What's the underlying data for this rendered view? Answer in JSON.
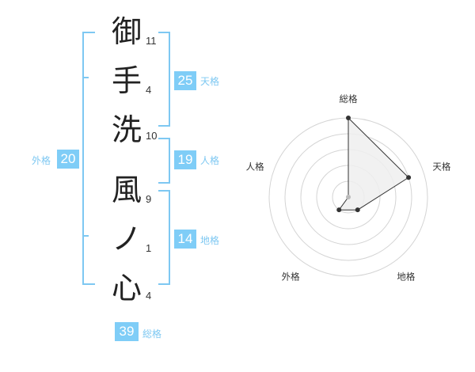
{
  "name": {
    "chars": [
      {
        "char": "御",
        "strokes": "11"
      },
      {
        "char": "手",
        "strokes": "4"
      },
      {
        "char": "洗",
        "strokes": "10"
      },
      {
        "char": "風",
        "strokes": "9"
      },
      {
        "char": "ノ",
        "strokes": "1"
      },
      {
        "char": "心",
        "strokes": "4"
      }
    ]
  },
  "kaku": {
    "tenkaku": {
      "value": "25",
      "label": "天格"
    },
    "jinkaku": {
      "value": "19",
      "label": "人格"
    },
    "chikaku": {
      "value": "14",
      "label": "地格"
    },
    "gaikaku": {
      "value": "20",
      "label": "外格"
    },
    "soukaku": {
      "value": "39",
      "label": "総格"
    }
  },
  "colors": {
    "bracket": "#7ec8f2",
    "badge": "#7fcdf7",
    "radar_fill": "#eeeeee",
    "radar_stroke": "#333333"
  },
  "chart_data": {
    "type": "radar",
    "axes": [
      "総格",
      "天格",
      "地格",
      "外格",
      "人格"
    ],
    "values": [
      5,
      4,
      1,
      1,
      0
    ],
    "rmax": 5,
    "rings": 5
  }
}
